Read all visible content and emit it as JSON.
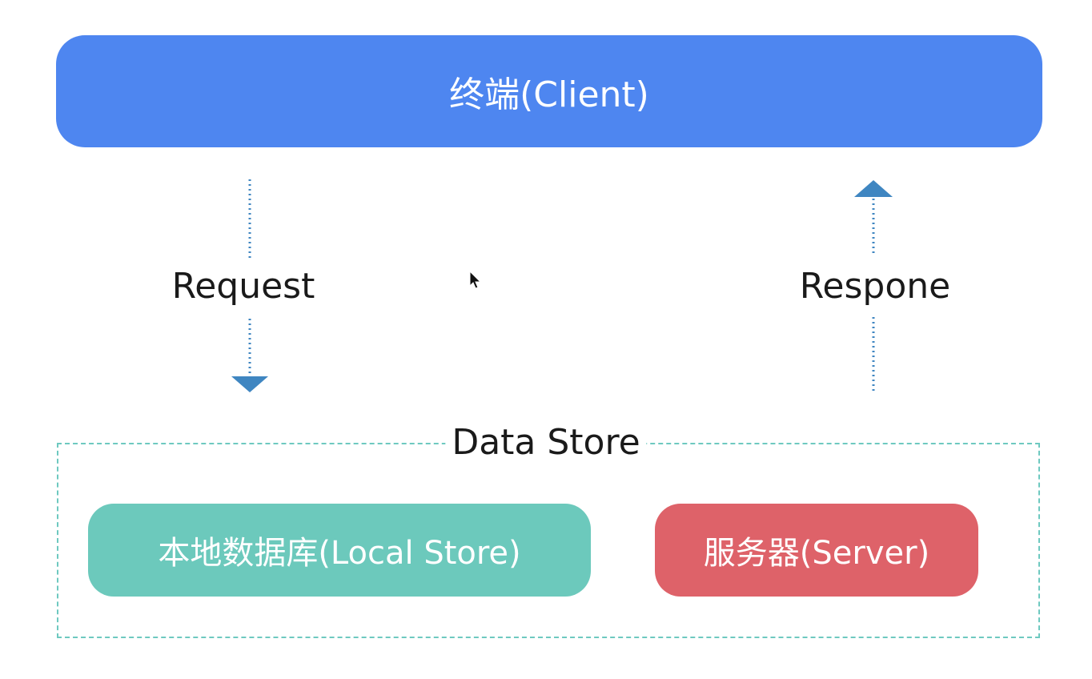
{
  "client": {
    "label": "终端(Client)"
  },
  "request": {
    "label": "Request"
  },
  "response": {
    "label": "Respone"
  },
  "data_store": {
    "title": "Data Store",
    "local": {
      "label": "本地数据库(Local Store)"
    },
    "server": {
      "label": "服务器(Server)"
    }
  },
  "colors": {
    "client": "#4e86f0",
    "local": "#6cc9bc",
    "server": "#de6269",
    "arrow": "#3f86c1",
    "frame": "#6ec9c0"
  },
  "icons": {
    "request_arrow": "arrow-down-icon",
    "response_arrow": "arrow-up-icon",
    "cursor": "cursor-icon"
  }
}
